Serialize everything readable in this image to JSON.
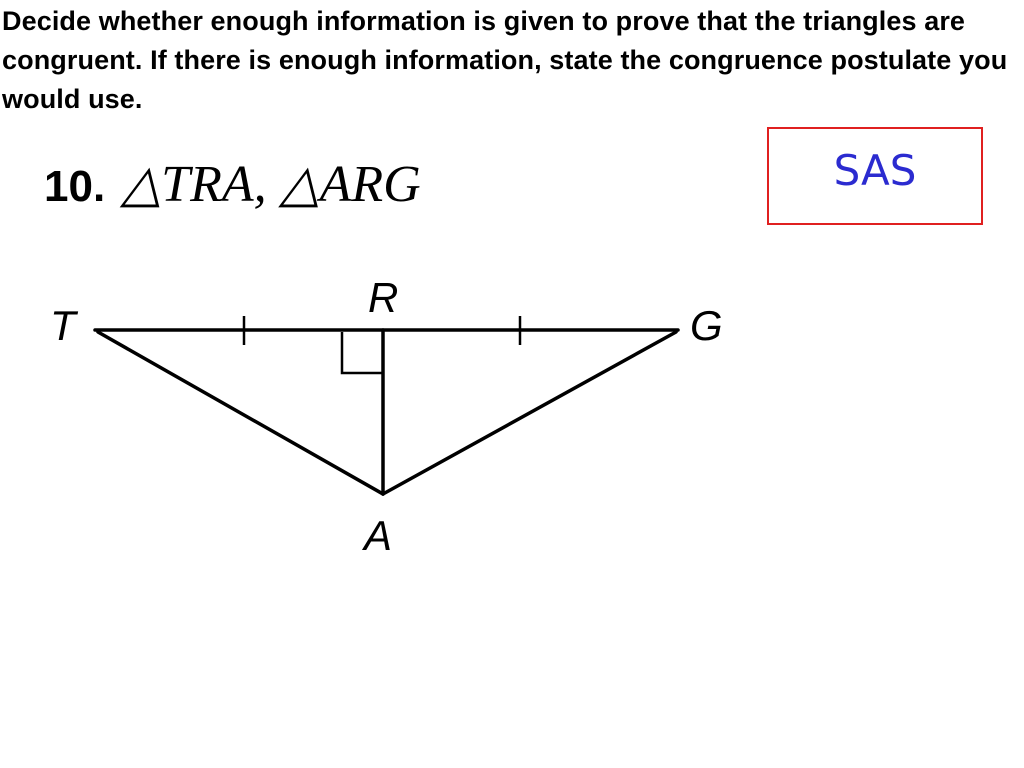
{
  "instructions": "Decide whether enough information is given to prove that the triangles are congruent. If there is enough information, state the congruence postulate you would use.",
  "problem": {
    "number": "10.",
    "triangles": "△TRA, △ARG"
  },
  "answer": {
    "text": "SAS",
    "border_color": "#e02020",
    "text_color": "#2b2bd0"
  },
  "diagram": {
    "vertices": {
      "T": "T",
      "R": "R",
      "G": "G",
      "A": "A"
    }
  }
}
